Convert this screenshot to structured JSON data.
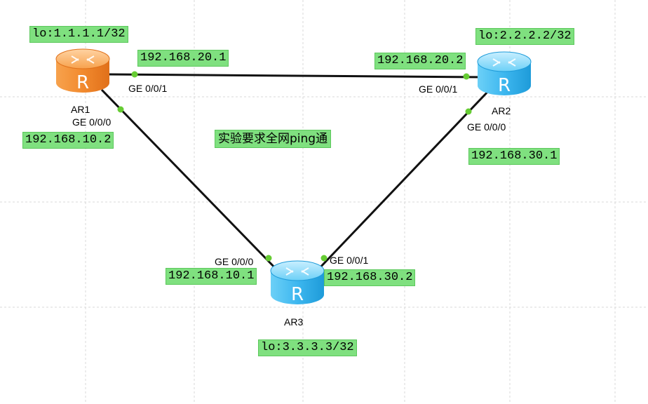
{
  "colors": {
    "grid": "#d9d9d9",
    "link": "#111111",
    "port": "#66cc33",
    "label_bg": "#7fe07f",
    "router_orange": "#f28a2e",
    "router_blue": "#3db7ef"
  },
  "note": "实验要求全网ping通",
  "routers": {
    "ar1": {
      "name": "AR1",
      "loopback": "lo:1.1.1.1/32",
      "icon": "router-icon",
      "color": "orange"
    },
    "ar2": {
      "name": "AR2",
      "loopback": "lo:2.2.2.2/32",
      "icon": "router-icon",
      "color": "blue"
    },
    "ar3": {
      "name": "AR3",
      "loopback": "lo:3.3.3.3/32",
      "icon": "router-icon",
      "color": "blue"
    }
  },
  "links": {
    "ar1_ar2": {
      "ar1_port": "GE 0/0/1",
      "ar1_ip": "192.168.20.1",
      "ar2_port": "GE 0/0/1",
      "ar2_ip": "192.168.20.2"
    },
    "ar1_ar3": {
      "ar1_port": "GE 0/0/0",
      "ar1_ip": "192.168.10.2",
      "ar3_port": "GE 0/0/0",
      "ar3_ip": "192.168.10.1"
    },
    "ar2_ar3": {
      "ar2_port": "GE 0/0/0",
      "ar2_ip": "192.168.30.1",
      "ar3_port": "GE 0/0/1",
      "ar3_ip": "192.168.30.2"
    }
  }
}
